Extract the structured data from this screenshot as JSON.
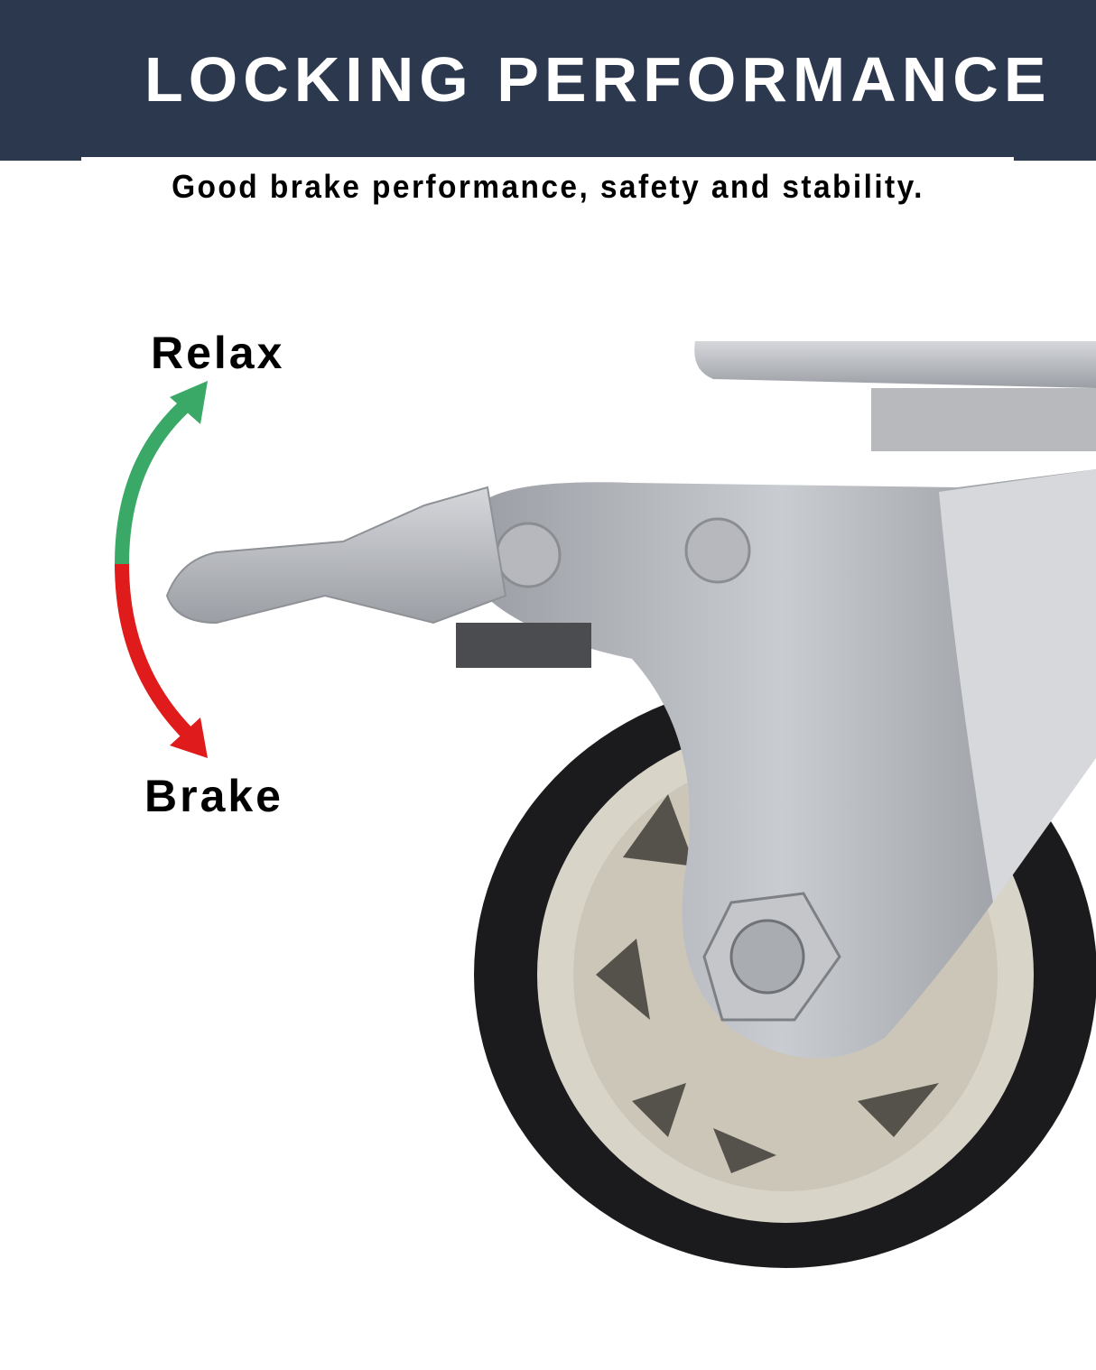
{
  "header": {
    "title": "LOCKING PERFORMANCE",
    "subtitle": "Good brake performance, safety and stability."
  },
  "labels": {
    "relax": "Relax",
    "brake": "Brake"
  },
  "colors": {
    "header_bg": "#2b384d",
    "relax_arrow": "#3aa866",
    "brake_arrow": "#e01b1b"
  },
  "icons": {
    "relax": "arrow-up-curved-icon",
    "brake": "arrow-down-curved-icon"
  }
}
